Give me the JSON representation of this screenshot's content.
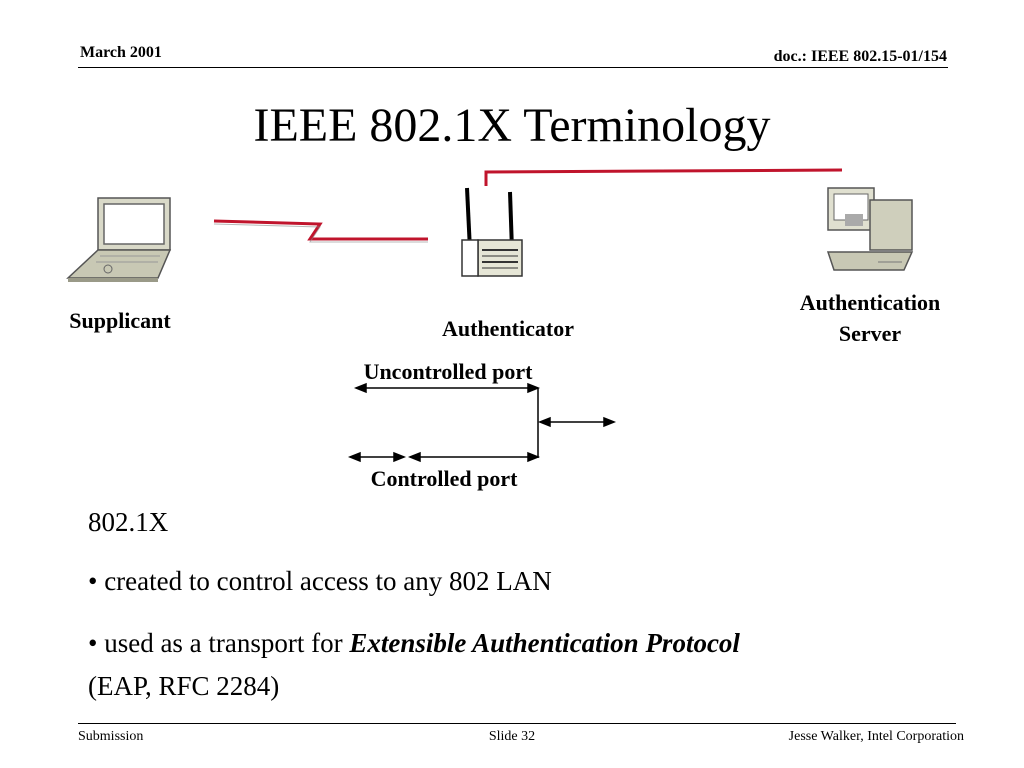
{
  "header": {
    "date": "March 2001",
    "doc": "doc.: IEEE 802.15-01/154"
  },
  "title": "IEEE 802.1X Terminology",
  "diagram": {
    "supplicant": "Supplicant",
    "authenticator": "Authenticator",
    "server_line1": "Authentication",
    "server_line2": "Server",
    "uncontrolled_port": "Uncontrolled port",
    "controlled_port": "Controlled port",
    "link_color": "#c0142c"
  },
  "body": {
    "heading": "802.1X",
    "bullet1": "• created to control access to any 802 LAN",
    "bullet2_prefix": "• used as a transport for ",
    "bullet2_emphasis": "Extensible Authentication Protocol",
    "bullet2_suffix": "(EAP, RFC 2284)"
  },
  "footer": {
    "left": "Submission",
    "center": "Slide 32",
    "right": "Jesse Walker, Intel Corporation"
  }
}
